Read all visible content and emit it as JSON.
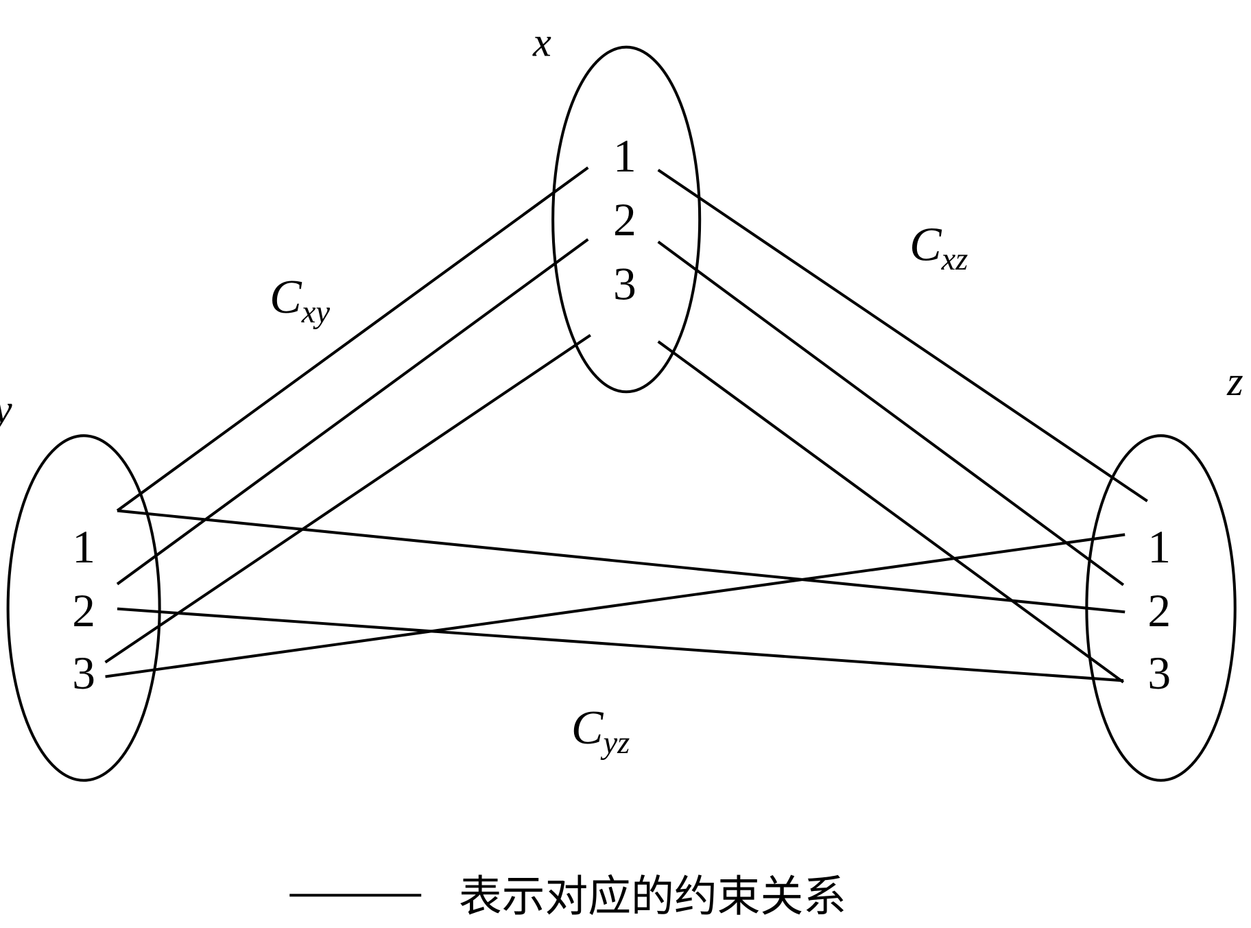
{
  "variables": [
    {
      "name": "x",
      "values": [
        "1",
        "2",
        "3"
      ]
    },
    {
      "name": "y",
      "values": [
        "1",
        "2",
        "3"
      ]
    },
    {
      "name": "z",
      "values": [
        "1",
        "2",
        "3"
      ]
    }
  ],
  "constraints": [
    {
      "label": "C",
      "sub": "xy",
      "pairs": [
        [
          "x1",
          "y1"
        ],
        [
          "x2",
          "y2"
        ],
        [
          "x3",
          "y3"
        ]
      ]
    },
    {
      "label": "C",
      "sub": "xz",
      "pairs": [
        [
          "x1",
          "z1"
        ],
        [
          "x2",
          "z2"
        ],
        [
          "x3",
          "z3"
        ]
      ]
    },
    {
      "label": "C",
      "sub": "yz",
      "pairs": [
        [
          "y1",
          "z2"
        ],
        [
          "y2",
          "z3"
        ],
        [
          "y3",
          "z1"
        ]
      ]
    }
  ],
  "legend": {
    "text": "表示对应的约束关系"
  }
}
